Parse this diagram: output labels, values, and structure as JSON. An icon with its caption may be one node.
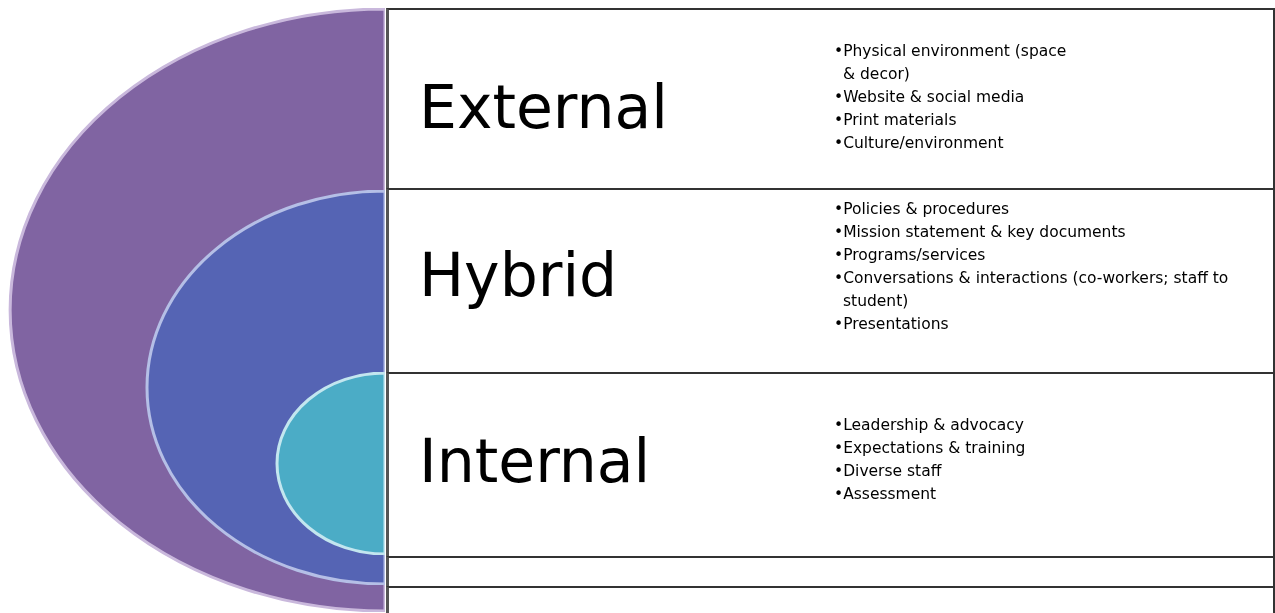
{
  "diagram": {
    "nodes": [
      {
        "text": [],
        "shape": "semicircle"
      },
      {
        "text": [],
        "shape": "semicircle",
        "in": 0
      },
      {
        "text": [],
        "shape": "semicircle",
        "in": 1
      },
      {
        "text": [
          "External",
          "•Physical environment (space & decor)",
          "•Website & social media",
          "•Print materials",
          "•Culture/environment"
        ]
      },
      {
        "text": [
          "Hybrid",
          "•Policies & procedures",
          "•Mission statement & key documents",
          "•Programs/services",
          "•Conversations & interactions (co-workers; staff to student)",
          "•Presentations"
        ]
      },
      {
        "text": [
          "Internal",
          "•Leadership & advocacy",
          "•Expectations & training",
          "•Diverse staff",
          "•Assessment"
        ]
      },
      {
        "text": [],
        "shape": "box"
      },
      {
        "text": [],
        "shape": "box"
      }
    ],
    "edges": []
  }
}
